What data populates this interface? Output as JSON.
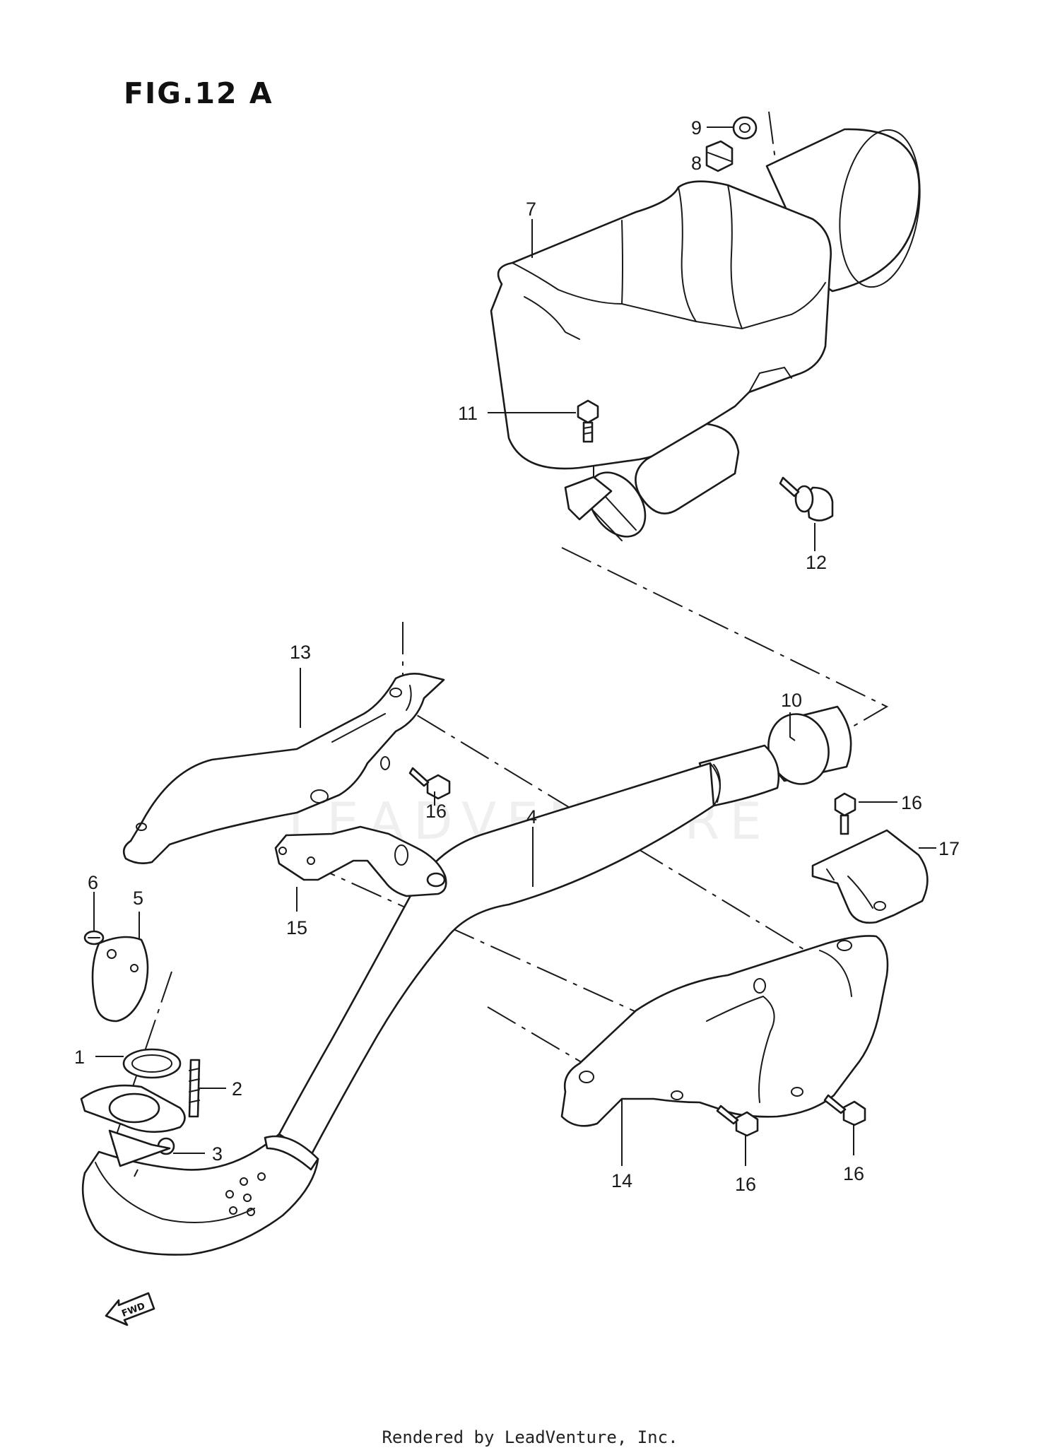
{
  "figure": {
    "title": "FIG.12 A"
  },
  "watermark": "LEADVENTURE",
  "footer": "Rendered by LeadVenture, Inc.",
  "orientation": {
    "arrow_label": "FWD"
  },
  "callouts": [
    "1",
    "2",
    "3",
    "4",
    "5",
    "6",
    "7",
    "8",
    "9",
    "10",
    "11",
    "12",
    "13",
    "14",
    "15",
    "16",
    "16",
    "16",
    "16",
    "17"
  ]
}
